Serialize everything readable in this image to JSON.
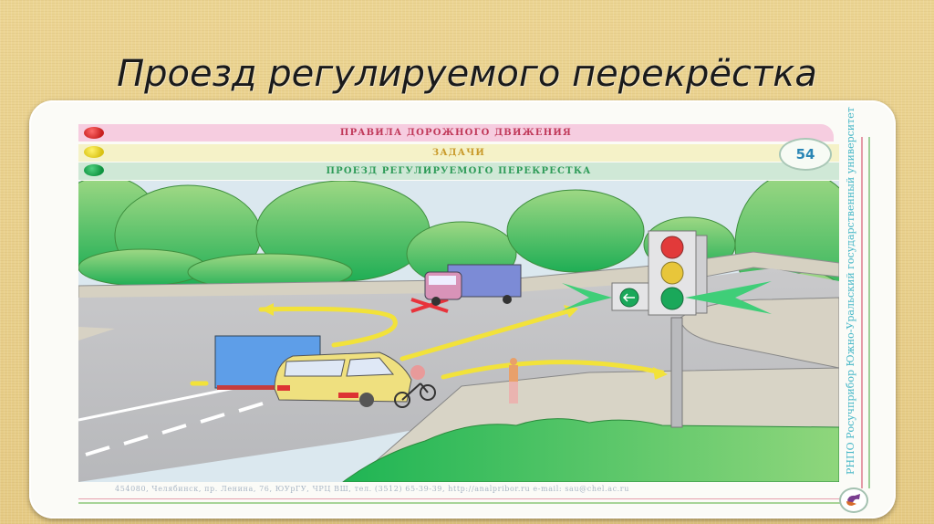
{
  "slide": {
    "title": "Проезд регулируемого перекрёстка"
  },
  "poster": {
    "bands": [
      {
        "label": "ПРАВИЛА ДОРОЖНОГО ДВИЖЕНИЯ",
        "light_color": "#d62c2c",
        "band_color": "#f6cde0",
        "text_color": "#c0395a"
      },
      {
        "label": "ЗАДАЧИ",
        "light_color": "#e6d21e",
        "band_color": "#f5f2c8",
        "text_color": "#c99a2a"
      },
      {
        "label": "ПРОЕЗД РЕГУЛИРУЕМОГО ПЕРЕКРЕСТКА",
        "light_color": "#12a54a",
        "band_color": "#cfe8d6",
        "text_color": "#2e9b58"
      }
    ],
    "page_number": "54",
    "side_text": "РНПО Росучприбор   Южно-Уральский государственный университет",
    "footer_text": "454080, Челябинск, пр. Ленина, 76, ЮУрГУ, ЧРЦ ВШ, тел. (3512) 65-39-39, http://analpribor.ru e-mail: sau@chel.ac.ru",
    "scene": {
      "traffic_light": {
        "red": "#e23a3a",
        "yellow": "#e8c63a",
        "green": "#1aa85a",
        "arrow_section": "left-arrow green"
      },
      "vehicles": [
        "blue truck",
        "yellow car",
        "pink truck",
        "cyclist",
        "pedestrian"
      ],
      "crossed_path": "red-x"
    }
  }
}
